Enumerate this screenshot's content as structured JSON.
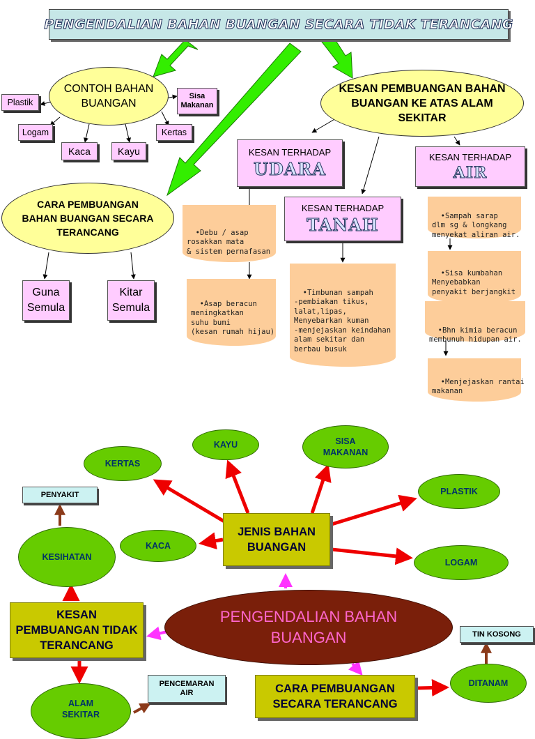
{
  "top": {
    "title": "PENGENDALIAN BAHAN BUANGAN SECARA TIDAK TERANCANG",
    "contoh": {
      "label": "CONTOH BAHAN BUANGAN",
      "items": [
        "Plastik",
        "Logam",
        "Kaca",
        "Kayu",
        "Kertas",
        "Sisa Makanan"
      ]
    },
    "cara": {
      "label": "CARA PEMBUANGAN BAHAN BUANGAN SECARA TERANCANG",
      "items": [
        "Guna Semula",
        "Kitar Semula"
      ]
    },
    "kesan": {
      "label": "KESAN PEMBUANGAN BAHAN BUANGAN KE ATAS ALAM SEKITAR",
      "udara": {
        "prefix": "KESAN TERHADAP",
        "word": "UDARA",
        "notes": [
          "•Debu / asap\nrosakkan mata\n& sistem pernafasan",
          "•Asap beracun\nmeningkatkan\nsuhu bumi\n(kesan rumah hijau)"
        ]
      },
      "tanah": {
        "prefix": "KESAN TERHADAP",
        "word": "TANAH",
        "notes": [
          "•Timbunan sampah\n-pembiakan tikus,\nlalat,lipas,\nMenyebarkan kuman\n-menjejaskan keindahan\nalam sekitar dan\nberbau busuk"
        ]
      },
      "air": {
        "prefix": "KESAN TERHADAP",
        "word": "AIR",
        "notes": [
          "•Sampah sarap\ndlm sg & longkang\nmenyekat aliran air.",
          "•Sisa kumbahan\nMenyebabkan\npenyakit berjangkit",
          "•Bhn kimia beracun\nmembunuh hidupan air.",
          "•Menjejaskan rantai\nmakanan"
        ]
      }
    }
  },
  "bottom": {
    "center": "PENGENDALIAN BAHAN BUANGAN",
    "jenis": "JENIS BAHAN BUANGAN",
    "jenis_items": [
      "KAYU",
      "SISA MAKANAN",
      "KERTAS",
      "PLASTIK",
      "KACA",
      "LOGAM"
    ],
    "kesan_box": "KESAN PEMBUANGAN TIDAK TERANCANG",
    "kesihatan": "KESIHATAN",
    "penyakit": "PENYAKIT",
    "alam": "ALAM SEKITAR",
    "pencemaran": "PENCEMARAN AIR",
    "cara_box": "CARA PEMBUANGAN SECARA TERANCANG",
    "ditanam": "DITANAM",
    "tin": "TIN KOSONG"
  }
}
